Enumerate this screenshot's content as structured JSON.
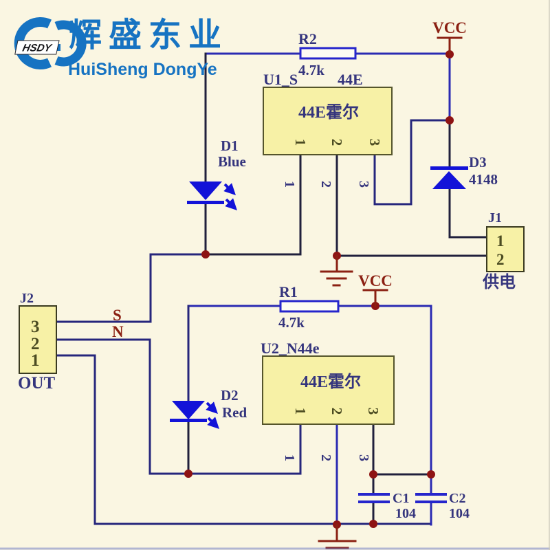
{
  "colors": {
    "background": "#faf6e2",
    "wire_dark": "#20203c",
    "wire_navy": "#26267c",
    "wire_blue": "#2a2ab2",
    "maroon_net": "#8b2012",
    "junction_dot": "#8e1313",
    "label_navy": "#35357d",
    "device_blue": "#1313d8",
    "component_fill": "#f7f1a6",
    "component_border": "#55552b",
    "resistor_border": "#2525cc",
    "logo_blue": "#1673c2"
  },
  "logo": {
    "abbr": "HSDY",
    "chinese": "辉盛东业",
    "english": "HuiSheng DongYe"
  },
  "power": {
    "vcc_top": "VCC",
    "vcc_mid": "VCC"
  },
  "net_labels": {
    "s": "S",
    "n": "N"
  },
  "components": {
    "r2": {
      "ref": "R2",
      "value": "4.7k"
    },
    "r1": {
      "ref": "R1",
      "value": "4.7k"
    },
    "u1": {
      "designator": "U1_S",
      "part": "44E",
      "name": "44E霍尔",
      "pins": [
        "1",
        "2",
        "3"
      ]
    },
    "u2": {
      "designator": "U2_N44e",
      "name": "44E霍尔",
      "pins": [
        "1",
        "2",
        "3"
      ]
    },
    "d1": {
      "ref": "D1",
      "value": "Blue"
    },
    "d2": {
      "ref": "D2",
      "value": "Red"
    },
    "d3": {
      "ref": "D3",
      "value": "4148"
    },
    "j1": {
      "ref": "J1",
      "pins": [
        "1",
        "2"
      ],
      "caption": "供电"
    },
    "j2": {
      "ref": "J2",
      "pins": [
        "3",
        "2",
        "1"
      ],
      "caption": "OUT"
    },
    "c1": {
      "ref": "C1",
      "value": "104"
    },
    "c2": {
      "ref": "C2",
      "value": "104"
    }
  }
}
